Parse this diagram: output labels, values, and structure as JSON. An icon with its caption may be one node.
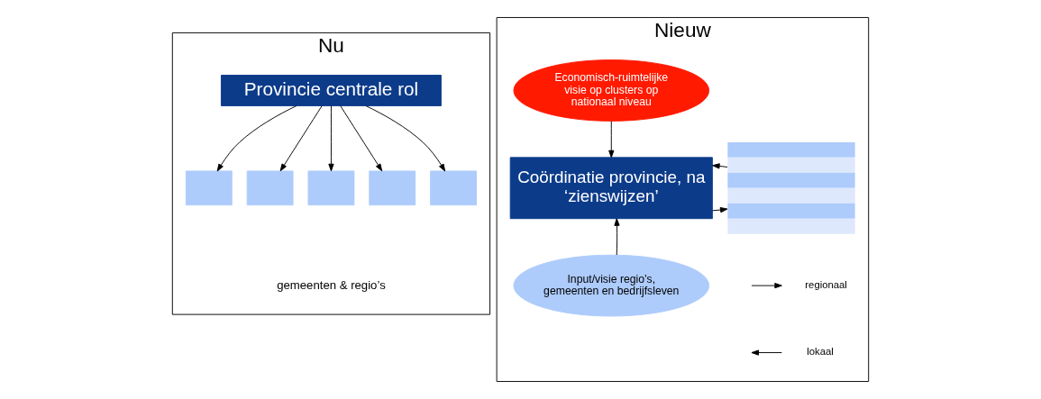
{
  "diagram": {
    "nodes": [
      {
        "text": [
          "Nu"
        ]
      },
      {
        "text": [
          "Provincie centrale rol"
        ],
        "in": 0
      },
      {
        "text": [],
        "shape": "box",
        "in": 0
      },
      {
        "text": [],
        "shape": "box",
        "in": 0
      },
      {
        "text": [],
        "shape": "box",
        "in": 0
      },
      {
        "text": [],
        "shape": "box",
        "in": 0
      },
      {
        "text": [],
        "shape": "box",
        "in": 0
      },
      {
        "text": [
          "Nieuw"
        ]
      },
      {
        "text": [
          "Economisch-ruimtelijke visie op clusters op nationaal niveau"
        ],
        "in": 7
      },
      {
        "text": [
          "Coördinatie provincie, na ‘zienswijzen’"
        ],
        "in": 7
      },
      {
        "text": [
          "Input/visie regio’s, gemeenten en bedrijfsleven"
        ],
        "in": 7
      },
      {
        "text": [],
        "shape": "box",
        "in": 7
      }
    ],
    "edges": [
      {
        "from": 1,
        "to": 2,
        "arrow": "to"
      },
      {
        "from": 1,
        "to": 3,
        "arrow": "to"
      },
      {
        "from": 1,
        "to": 4,
        "arrow": "to"
      },
      {
        "from": 1,
        "to": 5,
        "arrow": "to"
      },
      {
        "from": 1,
        "to": 6,
        "arrow": "to"
      },
      {
        "from": 8,
        "to": 9,
        "arrow": "to"
      },
      {
        "from": 10,
        "to": 9,
        "arrow": "to"
      },
      {
        "from": 9,
        "to": 11,
        "arrow": "to"
      },
      {
        "from": 11,
        "to": 9,
        "arrow": "to"
      }
    ],
    "labels": [
      "gemeenten & regio’s"
    ],
    "legend": [
      {
        "text": "regionaal"
      },
      {
        "text": "lokaal"
      }
    ]
  }
}
